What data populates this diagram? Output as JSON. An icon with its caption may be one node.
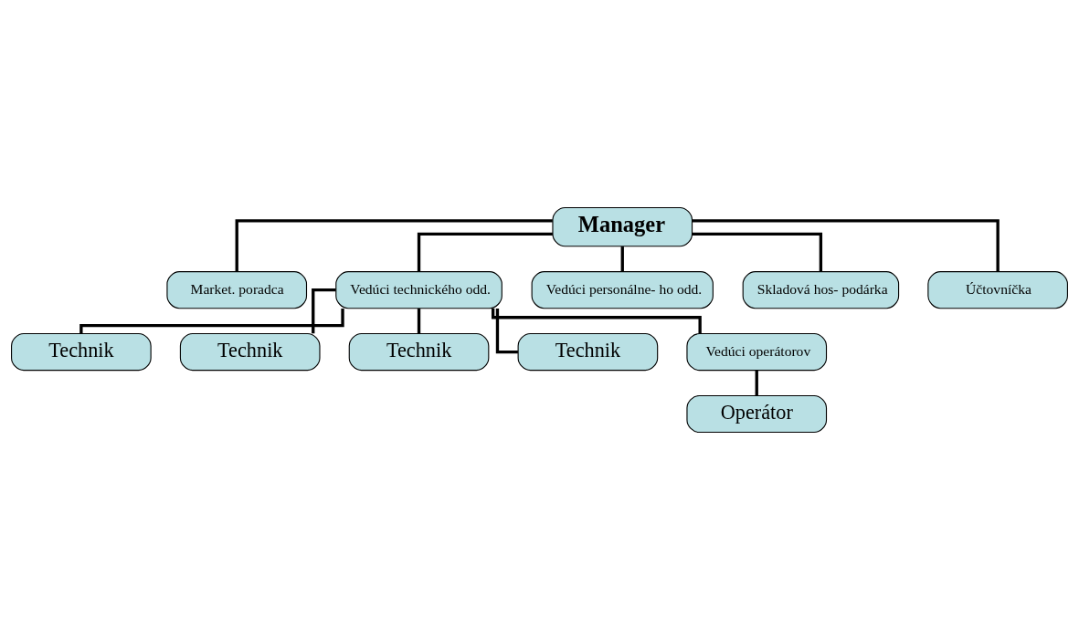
{
  "diagram": {
    "nodes": [
      {
        "text": [
          "Manager"
        ]
      },
      {
        "text": [
          "Market. poradca"
        ]
      },
      {
        "text": [
          "Vedúci technického odd."
        ]
      },
      {
        "text": [
          "Vedúci personálne- ho odd."
        ]
      },
      {
        "text": [
          "Skladová hos- podárka"
        ]
      },
      {
        "text": [
          "Účtovníčka"
        ]
      },
      {
        "text": [
          "Technik"
        ]
      },
      {
        "text": [
          "Technik"
        ]
      },
      {
        "text": [
          "Technik"
        ]
      },
      {
        "text": [
          "Technik"
        ]
      },
      {
        "text": [
          "Vedúci operátorov"
        ]
      },
      {
        "text": [
          "Operátor"
        ]
      }
    ],
    "edges": [
      {
        "from": 0,
        "to": 1,
        "arrow": "none"
      },
      {
        "from": 0,
        "to": 2,
        "arrow": "none"
      },
      {
        "from": 0,
        "to": 3,
        "arrow": "none"
      },
      {
        "from": 0,
        "to": 4,
        "arrow": "none"
      },
      {
        "from": 0,
        "to": 5,
        "arrow": "none"
      },
      {
        "from": 2,
        "to": 6,
        "arrow": "none"
      },
      {
        "from": 2,
        "to": 7,
        "arrow": "none"
      },
      {
        "from": 2,
        "to": 8,
        "arrow": "none"
      },
      {
        "from": 2,
        "to": 9,
        "arrow": "none"
      },
      {
        "from": 2,
        "to": 10,
        "arrow": "none"
      },
      {
        "from": 10,
        "to": 11,
        "arrow": "none"
      }
    ]
  }
}
